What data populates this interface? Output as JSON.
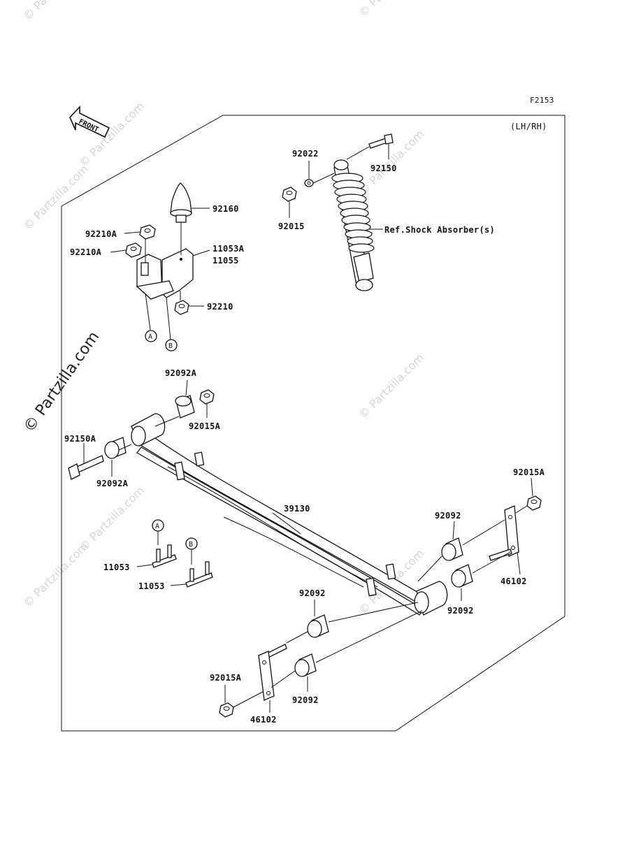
{
  "diagram_code": "F2153",
  "side_note": "(LH/RH)",
  "front_arrow_label": "FRONT",
  "watermark_text": "© Partzilla.com",
  "callout_letters": [
    "A",
    "B"
  ],
  "parts": {
    "p92160": "92160",
    "p92210A_top": "92210A",
    "p92210A_bottom": "92210A",
    "p11053A": "11053A",
    "p11055": "11055",
    "p92210": "92210",
    "p92022": "92022",
    "p92150": "92150",
    "p92015": "92015",
    "ref_shock": "Ref.Shock Absorber(s)",
    "p92092A_top": "92092A",
    "p92015A_top": "92015A",
    "p92150A": "92150A",
    "p92092A_left": "92092A",
    "p39130": "39130",
    "p92015A_right": "92015A",
    "p92092_upper_right": "92092",
    "p46102_right": "46102",
    "p92092_right": "92092",
    "p11053_a": "11053",
    "p11053_b": "11053",
    "p92092_center": "92092",
    "p92092_lower": "92092",
    "p92015A_left": "92015A",
    "p46102_left": "46102"
  },
  "colors": {
    "line": "#111111",
    "watermark": "#d6d6d6",
    "background": "#ffffff"
  }
}
